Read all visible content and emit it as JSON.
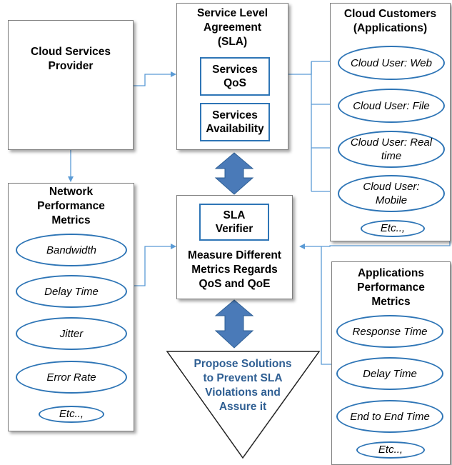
{
  "provider": {
    "title": "Cloud Services Provider",
    "title_lines": [
      "Cloud Services",
      "Provider"
    ]
  },
  "sla": {
    "title_lines": [
      "Service Level",
      "Agreement",
      "(SLA)"
    ],
    "qos_lines": [
      "Services",
      "QoS"
    ],
    "availability_lines": [
      "Services",
      "Availability"
    ]
  },
  "customers": {
    "title_lines": [
      "Cloud Customers",
      "(Applications)"
    ],
    "items": [
      {
        "lines": [
          "Cloud User: Web"
        ]
      },
      {
        "lines": [
          "Cloud User: File"
        ]
      },
      {
        "lines": [
          "Cloud User: Real",
          "time"
        ]
      },
      {
        "lines": [
          "Cloud User:",
          "Mobile"
        ]
      }
    ],
    "etc": "Etc..,"
  },
  "network_metrics": {
    "title_lines": [
      "Network",
      "Performance",
      "Metrics"
    ],
    "items": [
      "Bandwidth",
      "Delay Time",
      "Jitter",
      "Error Rate"
    ],
    "etc": "Etc..,"
  },
  "verifier": {
    "label_lines": [
      "SLA",
      "Verifier"
    ],
    "measure_lines": [
      "Measure Different",
      "Metrics Regards",
      "QoS and QoE"
    ]
  },
  "app_metrics": {
    "title_lines": [
      "Applications",
      "Performance",
      "Metrics"
    ],
    "items": [
      "Response Time",
      "Delay Time",
      "End to End Time"
    ],
    "etc": "Etc..,"
  },
  "solutions": {
    "lines": [
      "Propose Solutions",
      "to Prevent SLA",
      "Violations and",
      "Assure it"
    ]
  },
  "colors": {
    "accent": "#2e75b6",
    "arrow_fill": "#4a7ab8",
    "solution_text": "#2f5f93",
    "cloud": "#3f7fd0"
  }
}
